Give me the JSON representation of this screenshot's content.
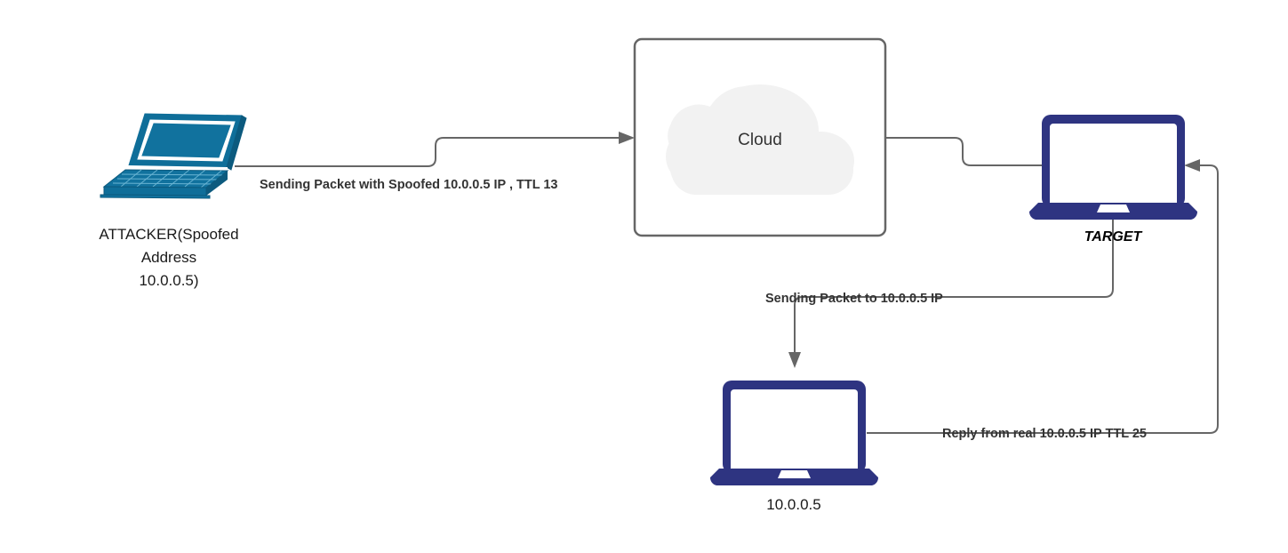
{
  "diagram": {
    "title": "IP Spoofing / TTL Reflection Network Diagram",
    "background_color": "#ffffff",
    "colors": {
      "attacker_device": "#11729e",
      "target_device": "#2e3481",
      "victim_device": "#2e3481",
      "edge_stroke": "#666666",
      "box_stroke": "#666666",
      "cloud_fill": "#f2f2f2",
      "label_text": "#1a1a1a",
      "edge_label_text": "#333333"
    },
    "nodes": {
      "attacker": {
        "icon_name": "laptop-icon-attacker",
        "label_lines": [
          "ATTACKER(Spoofed",
          "Address",
          "10.0.0.5)"
        ],
        "label_line_1": "ATTACKER(Spoofed",
        "label_line_2": "Address",
        "label_line_3": "10.0.0.5)"
      },
      "cloud": {
        "icon_name": "cloud-icon",
        "label": "Cloud"
      },
      "target": {
        "icon_name": "laptop-icon-target",
        "label": "TARGET"
      },
      "victim": {
        "icon_name": "laptop-icon-victim",
        "label": "10.0.0.5"
      }
    },
    "edges": {
      "attacker_to_cloud": {
        "label": "Sending Packet with Spoofed 10.0.0.5 IP , TTL 13",
        "arrow": "right"
      },
      "cloud_to_target": {
        "label": "",
        "arrow": "none"
      },
      "target_to_victim": {
        "label": "Sending Packet to 10.0.0.5 IP",
        "arrow": "down"
      },
      "victim_to_target": {
        "label": "Reply from real 10.0.0.5 IP TTL 25",
        "arrow": "left"
      }
    }
  }
}
